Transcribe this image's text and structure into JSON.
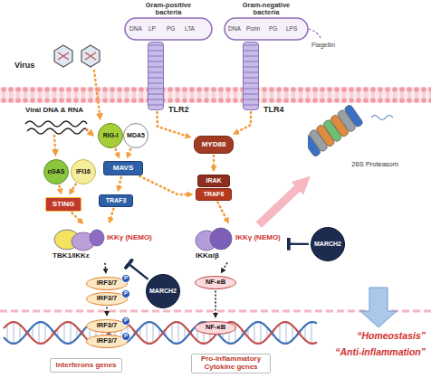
{
  "diagram": {
    "nodes": [
      {
        "text": [
          "TLR2"
        ]
      },
      {
        "text": [
          "TLR4"
        ]
      },
      {
        "text": [
          "26S Proteasom"
        ]
      },
      {
        "text": [
          "RIG-I"
        ]
      },
      {
        "text": [
          "MDA5"
        ]
      },
      {
        "text": [
          "MAVS"
        ]
      },
      {
        "text": [
          "MYD88"
        ]
      },
      {
        "text": [
          "cGAS"
        ]
      },
      {
        "text": [
          "IFI16"
        ]
      },
      {
        "text": [
          "IRAK"
        ]
      },
      {
        "text": [
          "TRAF6"
        ]
      },
      {
        "text": [
          "TRAF3"
        ]
      },
      {
        "text": [
          "STING"
        ]
      },
      {
        "text": [
          "IKKγ (NEMO)",
          "TBK1/IKKε"
        ]
      },
      {
        "text": [
          "IKKγ (NEMO)",
          "IKKα/β"
        ]
      },
      {
        "text": [
          "MARCH2"
        ]
      },
      {
        "text": [
          "MARCH2"
        ]
      },
      {
        "text": [
          "IRF3/7"
        ]
      },
      {
        "text": [
          "P"
        ],
        "in": 17
      },
      {
        "text": [
          "IRF3/7"
        ]
      },
      {
        "text": [
          "P"
        ],
        "in": 19
      },
      {
        "text": [
          "NF-κB"
        ]
      },
      {
        "text": [
          "IRF3/7"
        ]
      },
      {
        "text": [
          "P"
        ],
        "in": 22
      },
      {
        "text": [
          "NF-κB"
        ]
      },
      {
        "text": [
          "IRF3/7"
        ]
      },
      {
        "text": [
          "P"
        ],
        "in": 25
      },
      {
        "text": [
          "Interferons genes"
        ]
      },
      {
        "text": [
          "Pro-inflammatory Cytokine genes"
        ]
      }
    ],
    "edges": [
      {
        "from": 7,
        "to": 12,
        "arrow": "to"
      },
      {
        "from": 8,
        "to": 12,
        "arrow": "to"
      },
      {
        "from": 3,
        "to": 5,
        "arrow": "to"
      },
      {
        "from": 4,
        "to": 5,
        "arrow": "to"
      },
      {
        "from": 0,
        "to": 6,
        "arrow": "to"
      },
      {
        "from": 1,
        "to": 6,
        "arrow": "to"
      },
      {
        "from": 5,
        "to": 11,
        "arrow": "to"
      },
      {
        "from": 5,
        "to": 10,
        "arrow": "to"
      },
      {
        "from": 6,
        "to": 9,
        "arrow": "to"
      },
      {
        "from": 12,
        "to": 13,
        "arrow": "to"
      },
      {
        "from": 11,
        "to": 13,
        "arrow": "to"
      },
      {
        "from": 10,
        "to": 14,
        "arrow": "to"
      },
      {
        "from": 14,
        "to": 2,
        "arrow": "to"
      },
      {
        "from": 15,
        "to": 14,
        "arrow": "to"
      },
      {
        "from": 16,
        "to": 13,
        "arrow": "to"
      },
      {
        "from": 13,
        "to": 17,
        "arrow": "to"
      },
      {
        "from": 19,
        "to": 22,
        "arrow": "to"
      },
      {
        "from": 14,
        "to": 21,
        "arrow": "to"
      },
      {
        "from": 21,
        "to": 24,
        "arrow": "to"
      }
    ],
    "labels": [
      "Gram-positive bacteria",
      "Gram-negative bacteria",
      "DNA",
      "LP",
      "PG",
      "LTA",
      "DNA",
      "Porin",
      "PG",
      "LPS",
      "Flagellin",
      "Virus",
      "Viral DNA & RNA",
      "“Homeostasis”",
      "“Anti-inflammation”"
    ]
  }
}
